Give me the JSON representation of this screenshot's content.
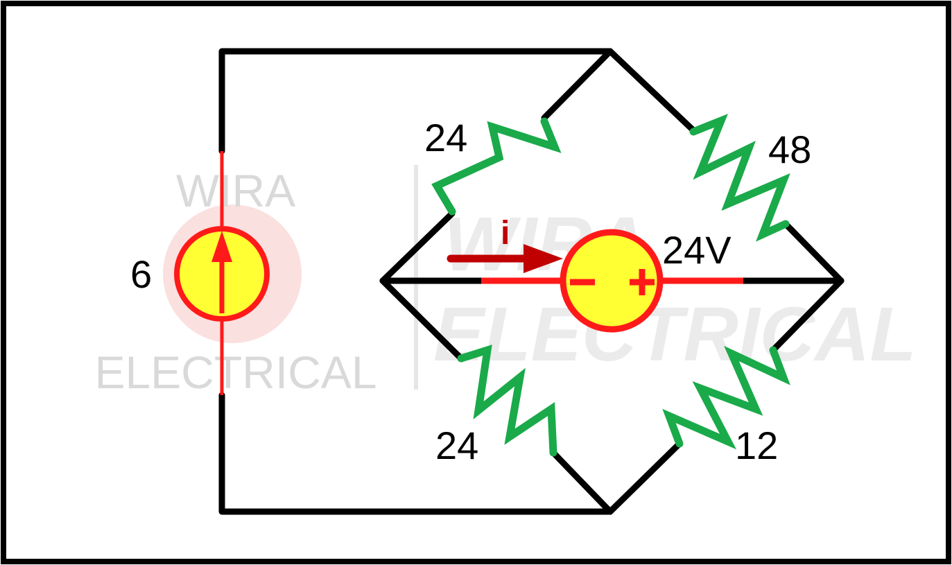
{
  "watermark": {
    "left_top": "WIRA",
    "left_bottom": "ELECTRICAL",
    "right_top": "WIRA",
    "right_bottom": "ELECTRICAL"
  },
  "current_source": {
    "value": "6"
  },
  "voltage_source": {
    "value": "24V",
    "minus_sign": "−",
    "plus_sign": "+"
  },
  "current_label": "i",
  "resistors": {
    "top_left": "24",
    "top_right": "48",
    "bottom_left": "24",
    "bottom_right": "12"
  },
  "colors": {
    "wire": "#000000",
    "resistor": "#1aaa4a",
    "source_outline": "#ff1a1a",
    "source_fill": "#ffff33",
    "arrow_dark_red": "#c00000",
    "border": "#000000"
  }
}
